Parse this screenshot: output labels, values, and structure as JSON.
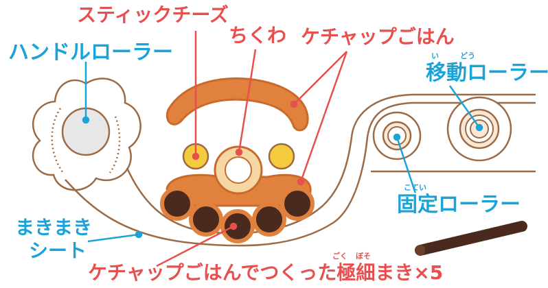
{
  "labels": {
    "stick_cheese": "スティックチーズ",
    "chikuwa": "ちくわ",
    "ketchup_rice_top": "ケチャップごはん",
    "handle_roller": "ハンドルローラー",
    "moving_roller": "移動ローラー",
    "moving_roller_ruby_1": "い",
    "moving_roller_ruby_2": "どう",
    "fixed_roller": "固定ローラー",
    "fixed_roller_ruby": "こてい",
    "makimaki_sheet_line1": "まきまき",
    "makimaki_sheet_line2": "シート",
    "bottom_caption": "ケチャップごはんでつくった極細まき×5",
    "bottom_caption_ruby_1": "ごく",
    "bottom_caption_ruby_2": "ぼそ"
  },
  "colors": {
    "red_label": "#e8504f",
    "blue_label": "#1aa3d9",
    "machine_outline": "#9c6a45",
    "ketchup_rice": "#e0823e",
    "cheese": "#f5cb3e",
    "maki_dark": "#4a2a1e"
  }
}
